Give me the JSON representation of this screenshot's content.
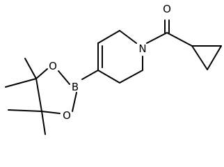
{
  "structure": {
    "atoms": {
      "oxygen_carbonyl": "O",
      "nitrogen": "N",
      "boron": "B",
      "oxygen_ring_upper": "O",
      "oxygen_ring_lower": "O"
    },
    "colors": {
      "bond": "#000000",
      "label": "#000000",
      "background": "#ffffff"
    }
  }
}
